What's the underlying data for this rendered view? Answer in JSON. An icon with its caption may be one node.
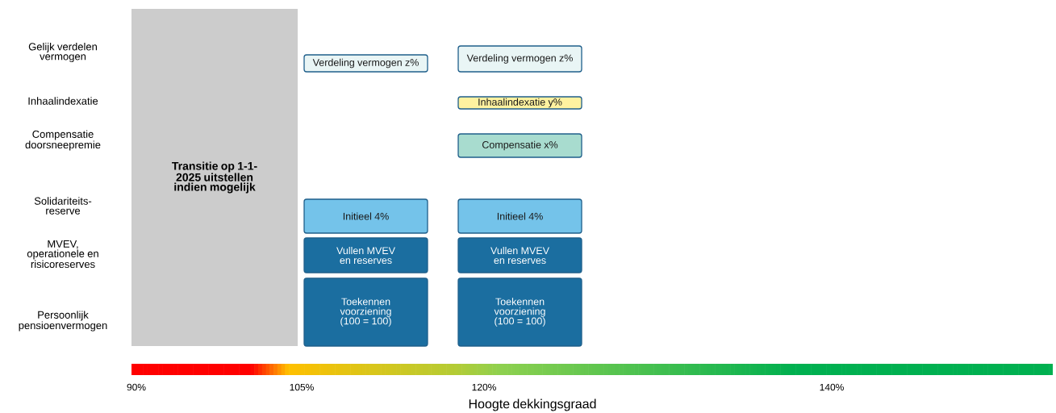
{
  "diagram": {
    "nodes": [
      {
        "text": [
          "Transitie op 1-1-2025 uitstellen indien mogelijk"
        ]
      },
      {
        "text": [
          "Verdeling vermogen z%"
        ]
      },
      {
        "text": [
          "Verdeling vermogen z%"
        ]
      },
      {
        "text": [
          "Inhaalindexatie y%"
        ]
      },
      {
        "text": [
          "Compensatie x%"
        ]
      },
      {
        "text": [
          "Initieel 4%"
        ]
      },
      {
        "text": [
          "Initieel 4%"
        ]
      },
      {
        "text": [
          "Vullen MVEV en reserves"
        ]
      },
      {
        "text": [
          "Vullen MVEV en reserves"
        ]
      },
      {
        "text": [
          "Toekennen voorziening (100 = 100)"
        ]
      },
      {
        "text": [
          "Toekennen voorziening (100 = 100)"
        ]
      }
    ],
    "labels": [
      "Gelijk verdelen vermogen",
      "Inhaalindexatie",
      "Compensatie doorsneepremie",
      "Solidariteits-reserve",
      "MVEV, operationele en risicoreserves",
      "Persoonlijk pensioenvermogen",
      "90%",
      "105%",
      "120%",
      "140%",
      "Hoogte dekkingsgraad"
    ]
  }
}
